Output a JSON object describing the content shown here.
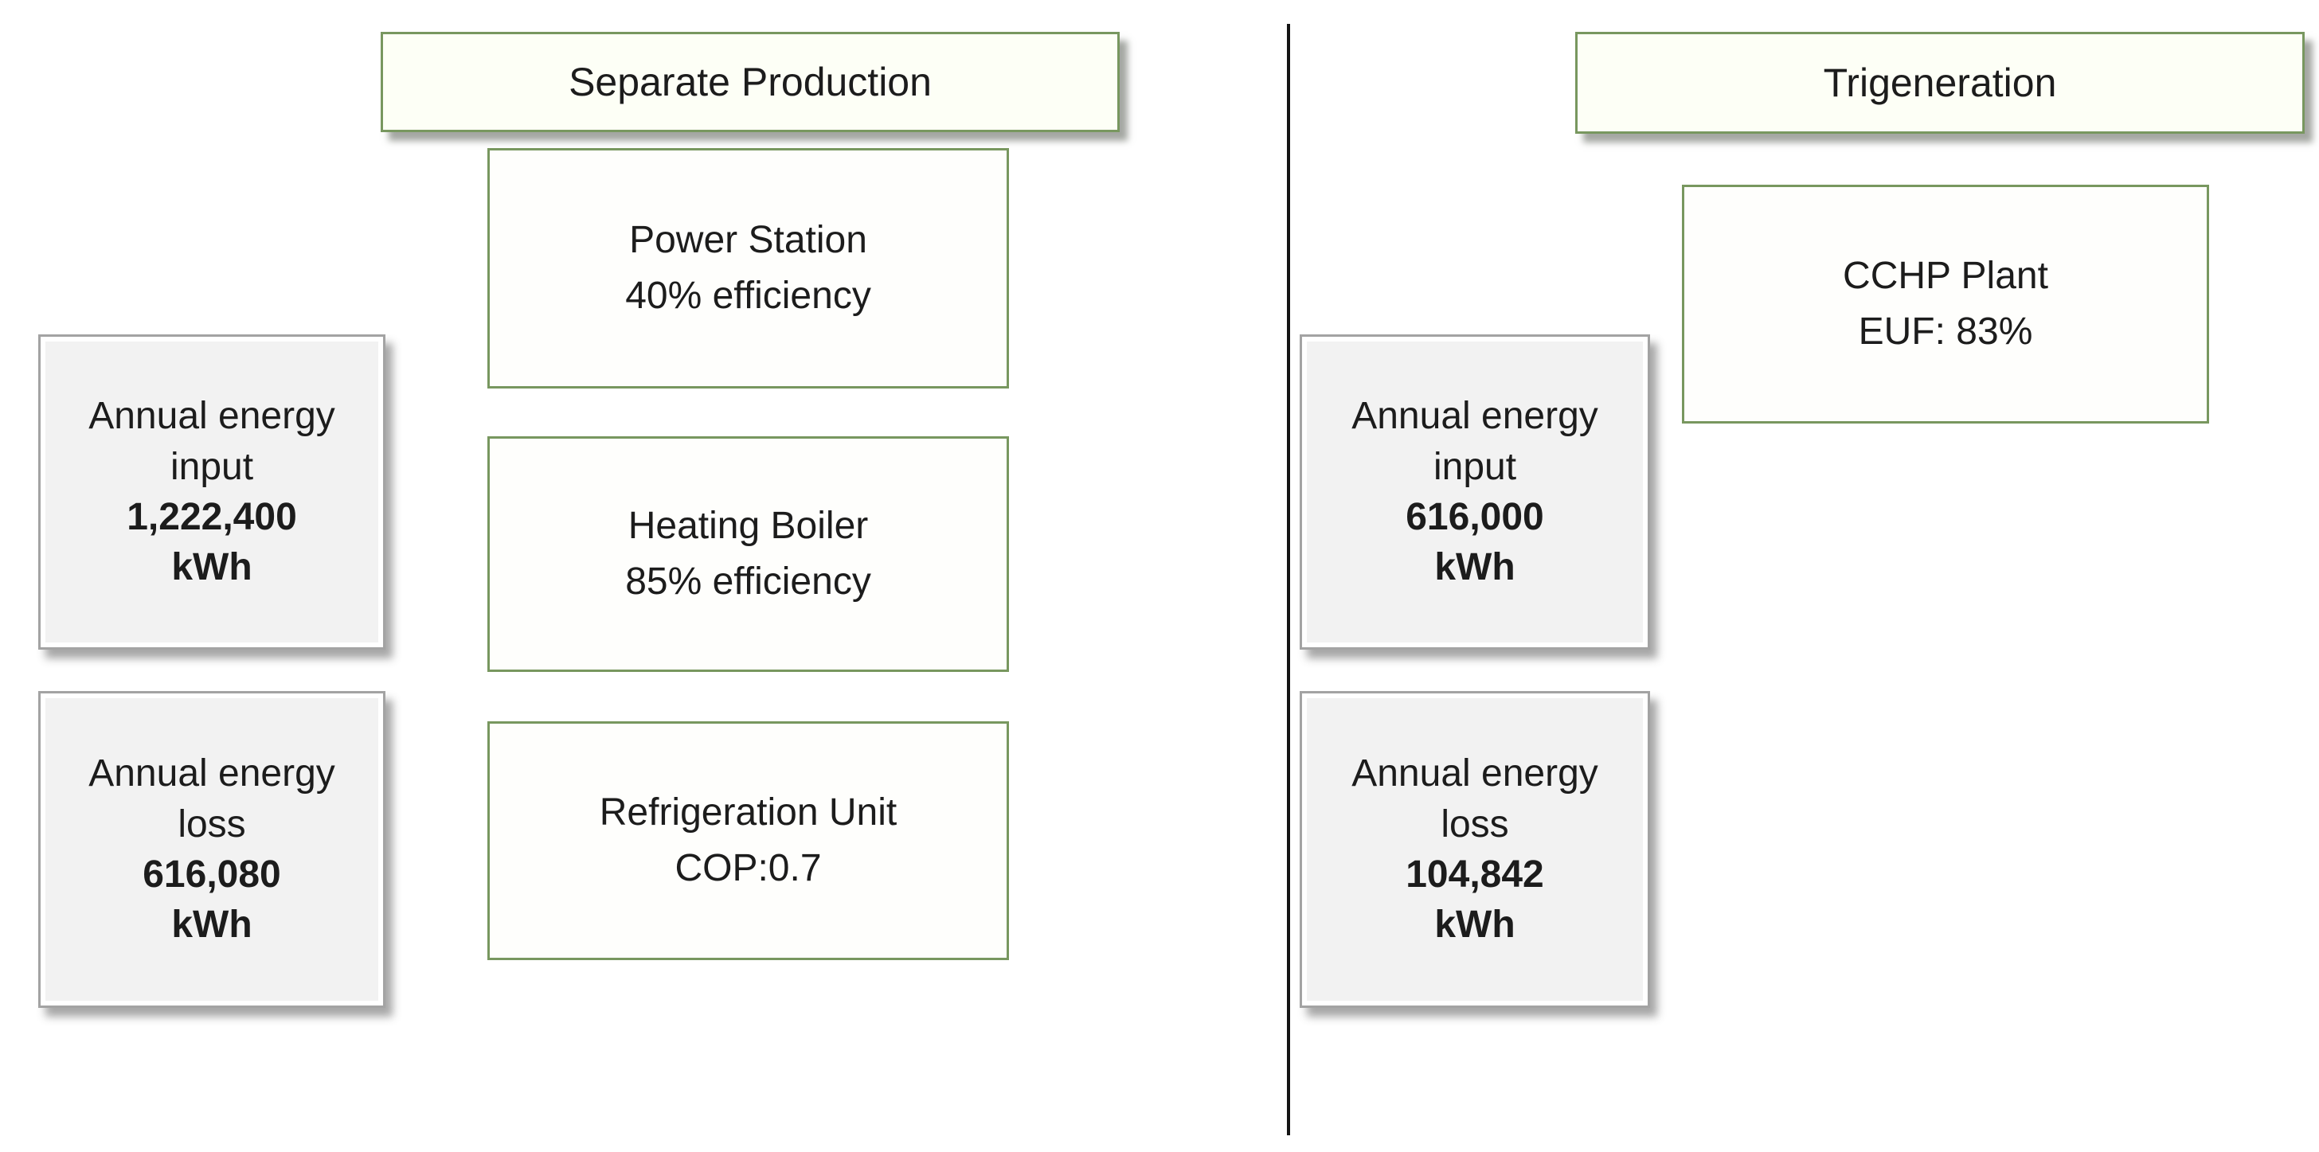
{
  "colors": {
    "green_border": "#78975f",
    "header_fill": "#fdfff6",
    "unit_fill": "#fefefc",
    "gray_fill": "#f2f2f2",
    "gray_border": "#a3a3a3",
    "divider": "#141414",
    "text": "#1c1c1c"
  },
  "left_panel": {
    "title": "Separate Production",
    "units": [
      {
        "name": "Power Station",
        "detail": "40% efficiency"
      },
      {
        "name": "Heating Boiler",
        "detail": "85% efficiency"
      },
      {
        "name": "Refrigeration Unit",
        "detail": "COP:0.7"
      }
    ],
    "energy_input": {
      "label_line1": "Annual energy",
      "label_line2": "input",
      "value": "1,222,400",
      "unit": "kWh"
    },
    "energy_loss": {
      "label_line1": "Annual energy",
      "label_line2": "loss",
      "value": "616,080",
      "unit": "kWh"
    }
  },
  "right_panel": {
    "title": "Trigeneration",
    "units": [
      {
        "name": "CCHP Plant",
        "detail": "EUF: 83%"
      }
    ],
    "energy_input": {
      "label_line1": "Annual energy",
      "label_line2": "input",
      "value": "616,000",
      "unit": "kWh"
    },
    "energy_loss": {
      "label_line1": "Annual energy",
      "label_line2": "loss",
      "value": "104,842",
      "unit": "kWh"
    }
  }
}
